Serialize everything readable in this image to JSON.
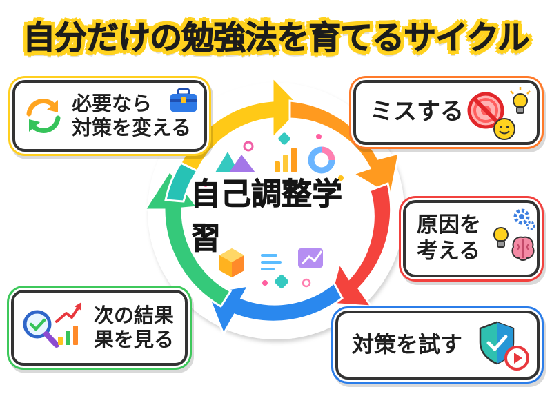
{
  "title": "自分だけの勉強法を育てるサイクル",
  "center": "自己調整学習",
  "steps": [
    {
      "line1": "必要なら",
      "line2": "対策を変える"
    },
    {
      "line1": "ミスする",
      "line2": ""
    },
    {
      "line1": "原因を",
      "line2": "考える"
    },
    {
      "line1": "対策を試す",
      "line2": ""
    },
    {
      "line1": "次の結果",
      "line2": "果を見る"
    }
  ],
  "colors": {
    "title_highlight": "#ffd21f",
    "card_yellow": "#ffcf1f",
    "card_orange": "#ff7a2a",
    "card_red": "#f2413e",
    "card_blue": "#2b7de9",
    "card_green": "#3dc85b"
  },
  "icons": {
    "change": [
      "refresh-arrows-icon",
      "toolbox-icon"
    ],
    "mistake": [
      "no-target-icon",
      "lightbulb-icon",
      "smiley-icon"
    ],
    "reason": [
      "gears-icon",
      "lightbulb-icon",
      "brain-icon"
    ],
    "try": [
      "shield-check-icon",
      "play-icon"
    ],
    "result": [
      "magnifier-check-icon",
      "growth-chart-icon"
    ]
  }
}
